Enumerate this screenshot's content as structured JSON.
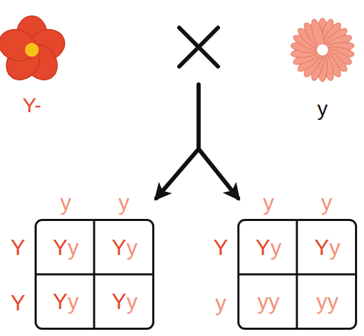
{
  "diagram": {
    "nodes": [
      {
        "text": [
          "Y-"
        ]
      },
      {
        "text": [
          "y"
        ]
      },
      {
        "text": [
          "y",
          "y",
          "Y",
          "Y"
        ]
      },
      {
        "text": [
          "Yy"
        ],
        "in": 2
      },
      {
        "text": [
          "Yy"
        ],
        "in": 2
      },
      {
        "text": [
          "Yy"
        ],
        "in": 2
      },
      {
        "text": [
          "Yy"
        ],
        "in": 2
      },
      {
        "text": [
          "y",
          "y",
          "Y",
          "y"
        ]
      },
      {
        "text": [
          "Yy"
        ],
        "in": 7
      },
      {
        "text": [
          "Yy"
        ],
        "in": 7
      },
      {
        "text": [
          "yy"
        ],
        "in": 7
      },
      {
        "text": [
          "yy"
        ],
        "in": 7
      }
    ]
  }
}
